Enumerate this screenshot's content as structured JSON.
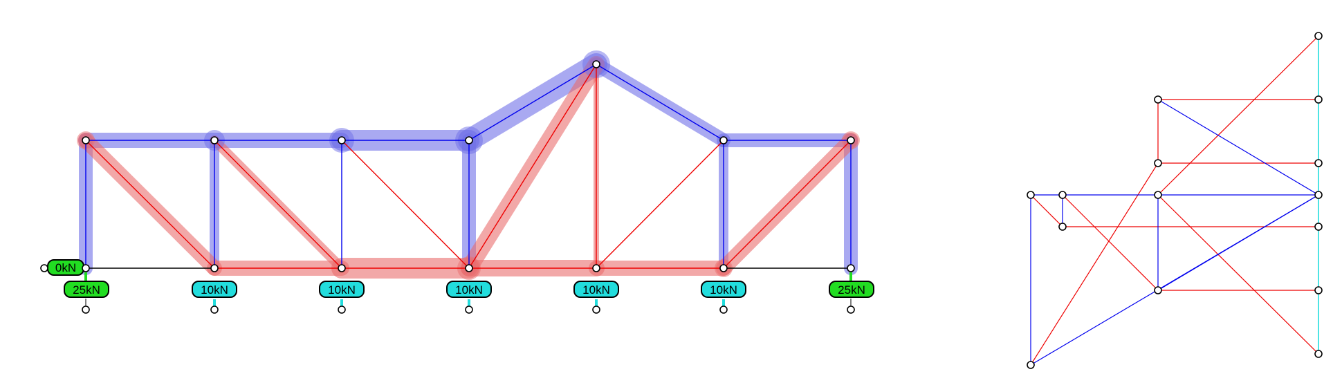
{
  "truss": {
    "support_labels": [
      "0kN",
      "25kN",
      "25kN"
    ],
    "load_labels": [
      "10kN",
      "10kN",
      "10kN",
      "10kN",
      "10kN"
    ]
  },
  "colors": {
    "compression": "#0000ee",
    "tension": "#ee0000",
    "zero_member": "#000000",
    "reaction_fill": "#22dd22",
    "load_fill": "#22dddd",
    "node_fill": "#ffffff"
  }
}
